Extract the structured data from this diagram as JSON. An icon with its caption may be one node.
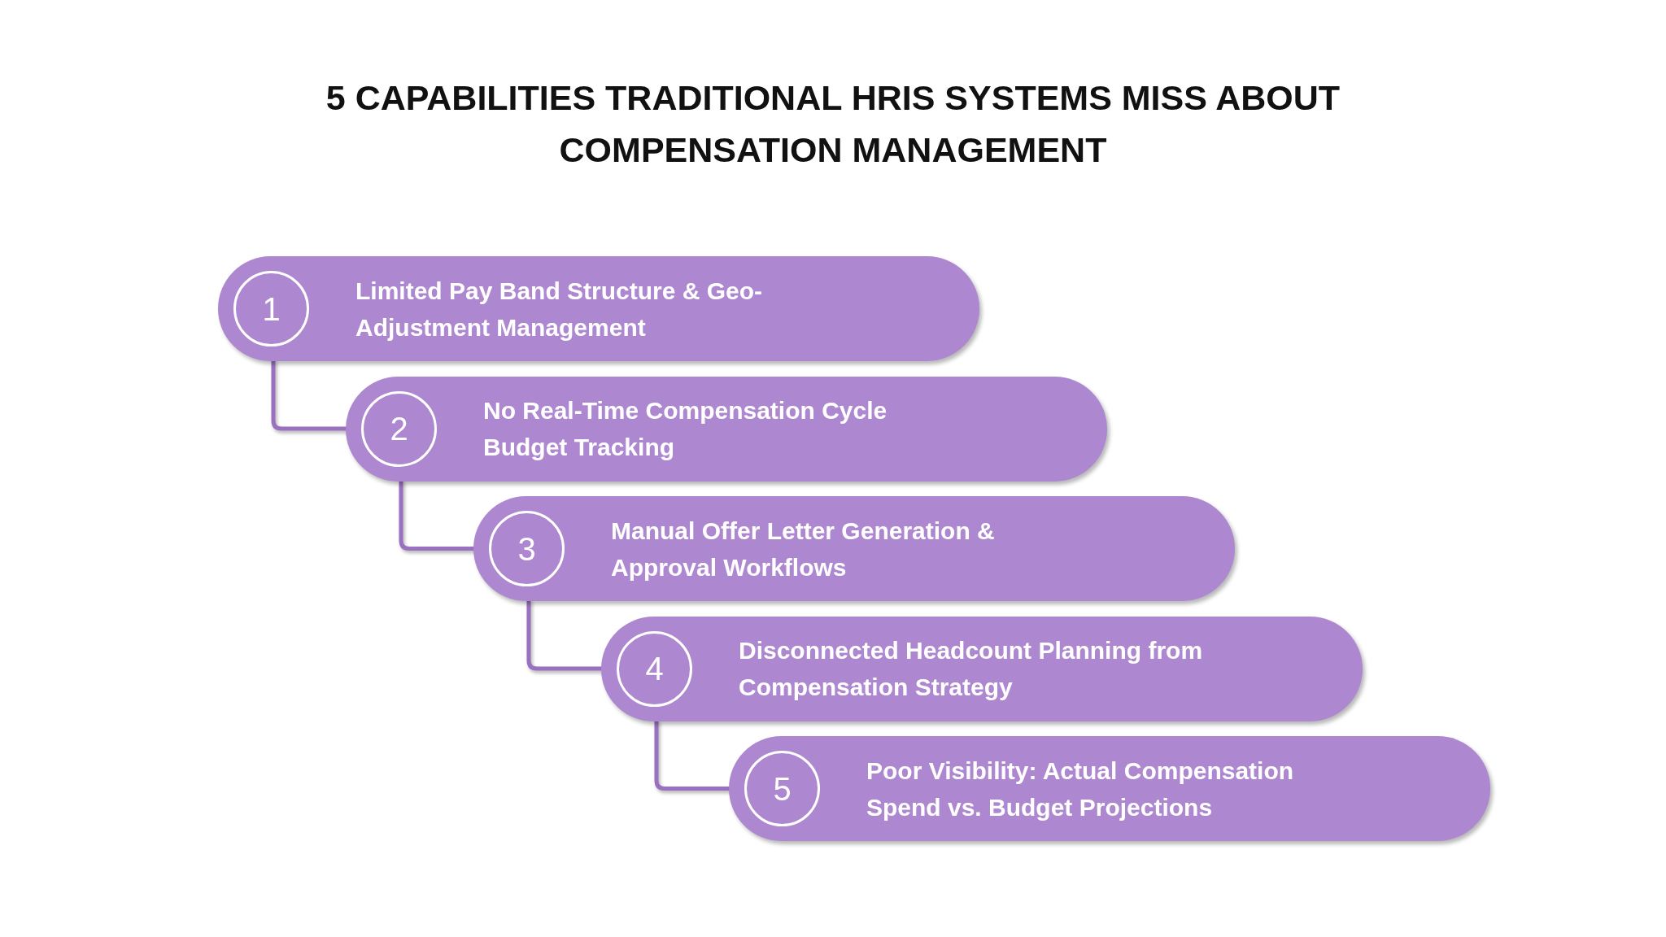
{
  "diagram": {
    "title": "5 CAPABILITIES TRADITIONAL HRIS SYSTEMS MISS ABOUT COMPENSATION MANAGEMENT",
    "nodes": [
      {
        "text": [
          "Limited Pay Band Structure & Geo-Adjustment Management"
        ]
      },
      {
        "text": [
          "1"
        ],
        "in": 0
      },
      {
        "text": [
          "No Real-Time Compensation Cycle Budget Tracking"
        ]
      },
      {
        "text": [
          "2"
        ],
        "in": 2
      },
      {
        "text": [
          "Manual Offer Letter Generation & Approval Workflows"
        ]
      },
      {
        "text": [
          "3"
        ],
        "in": 4
      },
      {
        "text": [
          "Disconnected Headcount Planning from Compensation Strategy"
        ]
      },
      {
        "text": [
          "4"
        ],
        "in": 6
      },
      {
        "text": [
          "Poor Visibility: Actual Compensation Spend vs. Budget Projections"
        ]
      },
      {
        "text": [
          "5"
        ],
        "in": 8
      }
    ],
    "edges": [
      {
        "from": 0,
        "to": 2,
        "arrow": "none"
      },
      {
        "from": 2,
        "to": 4,
        "arrow": "none"
      },
      {
        "from": 4,
        "to": 6,
        "arrow": "none"
      },
      {
        "from": 6,
        "to": 8,
        "arrow": "none"
      }
    ]
  }
}
